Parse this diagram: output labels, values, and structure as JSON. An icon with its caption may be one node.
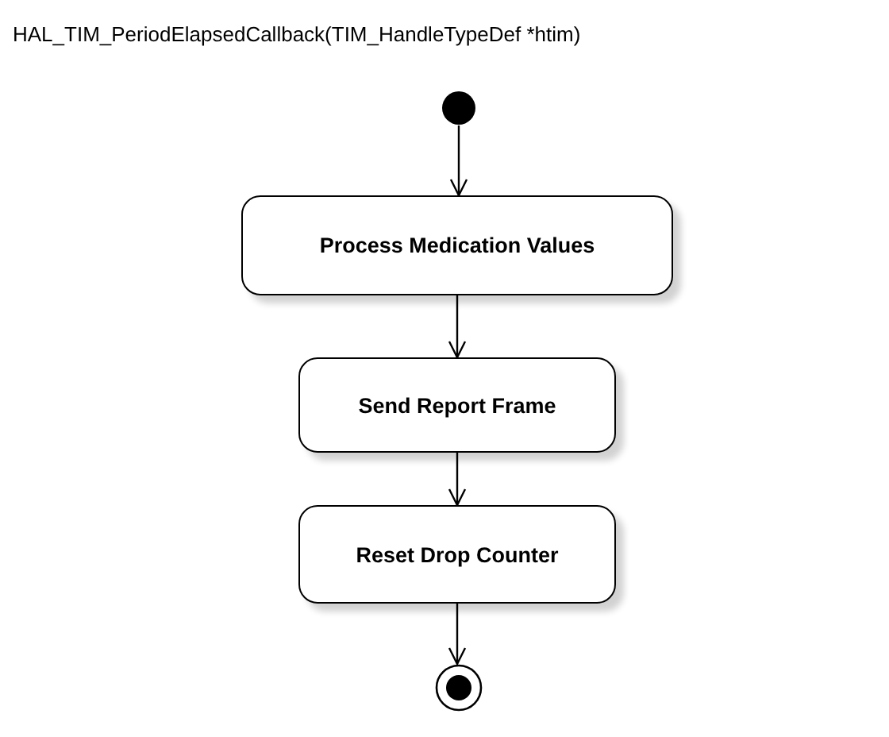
{
  "diagram": {
    "title": "HAL_TIM_PeriodElapsedCallback(TIM_HandleTypeDef *htim)",
    "nodes": [
      {
        "text": [],
        "shape": "circle"
      },
      {
        "text": [
          "Process Medication Values"
        ]
      },
      {
        "text": [
          "Send Report Frame"
        ]
      },
      {
        "text": [
          "Reset Drop Counter"
        ]
      },
      {
        "text": [],
        "shape": "circle"
      }
    ],
    "edges": [
      {
        "from": 0,
        "to": 1,
        "arrow": "to"
      },
      {
        "from": 1,
        "to": 2,
        "arrow": "to"
      },
      {
        "from": 2,
        "to": 3,
        "arrow": "to"
      },
      {
        "from": 3,
        "to": 4,
        "arrow": "to"
      }
    ]
  }
}
